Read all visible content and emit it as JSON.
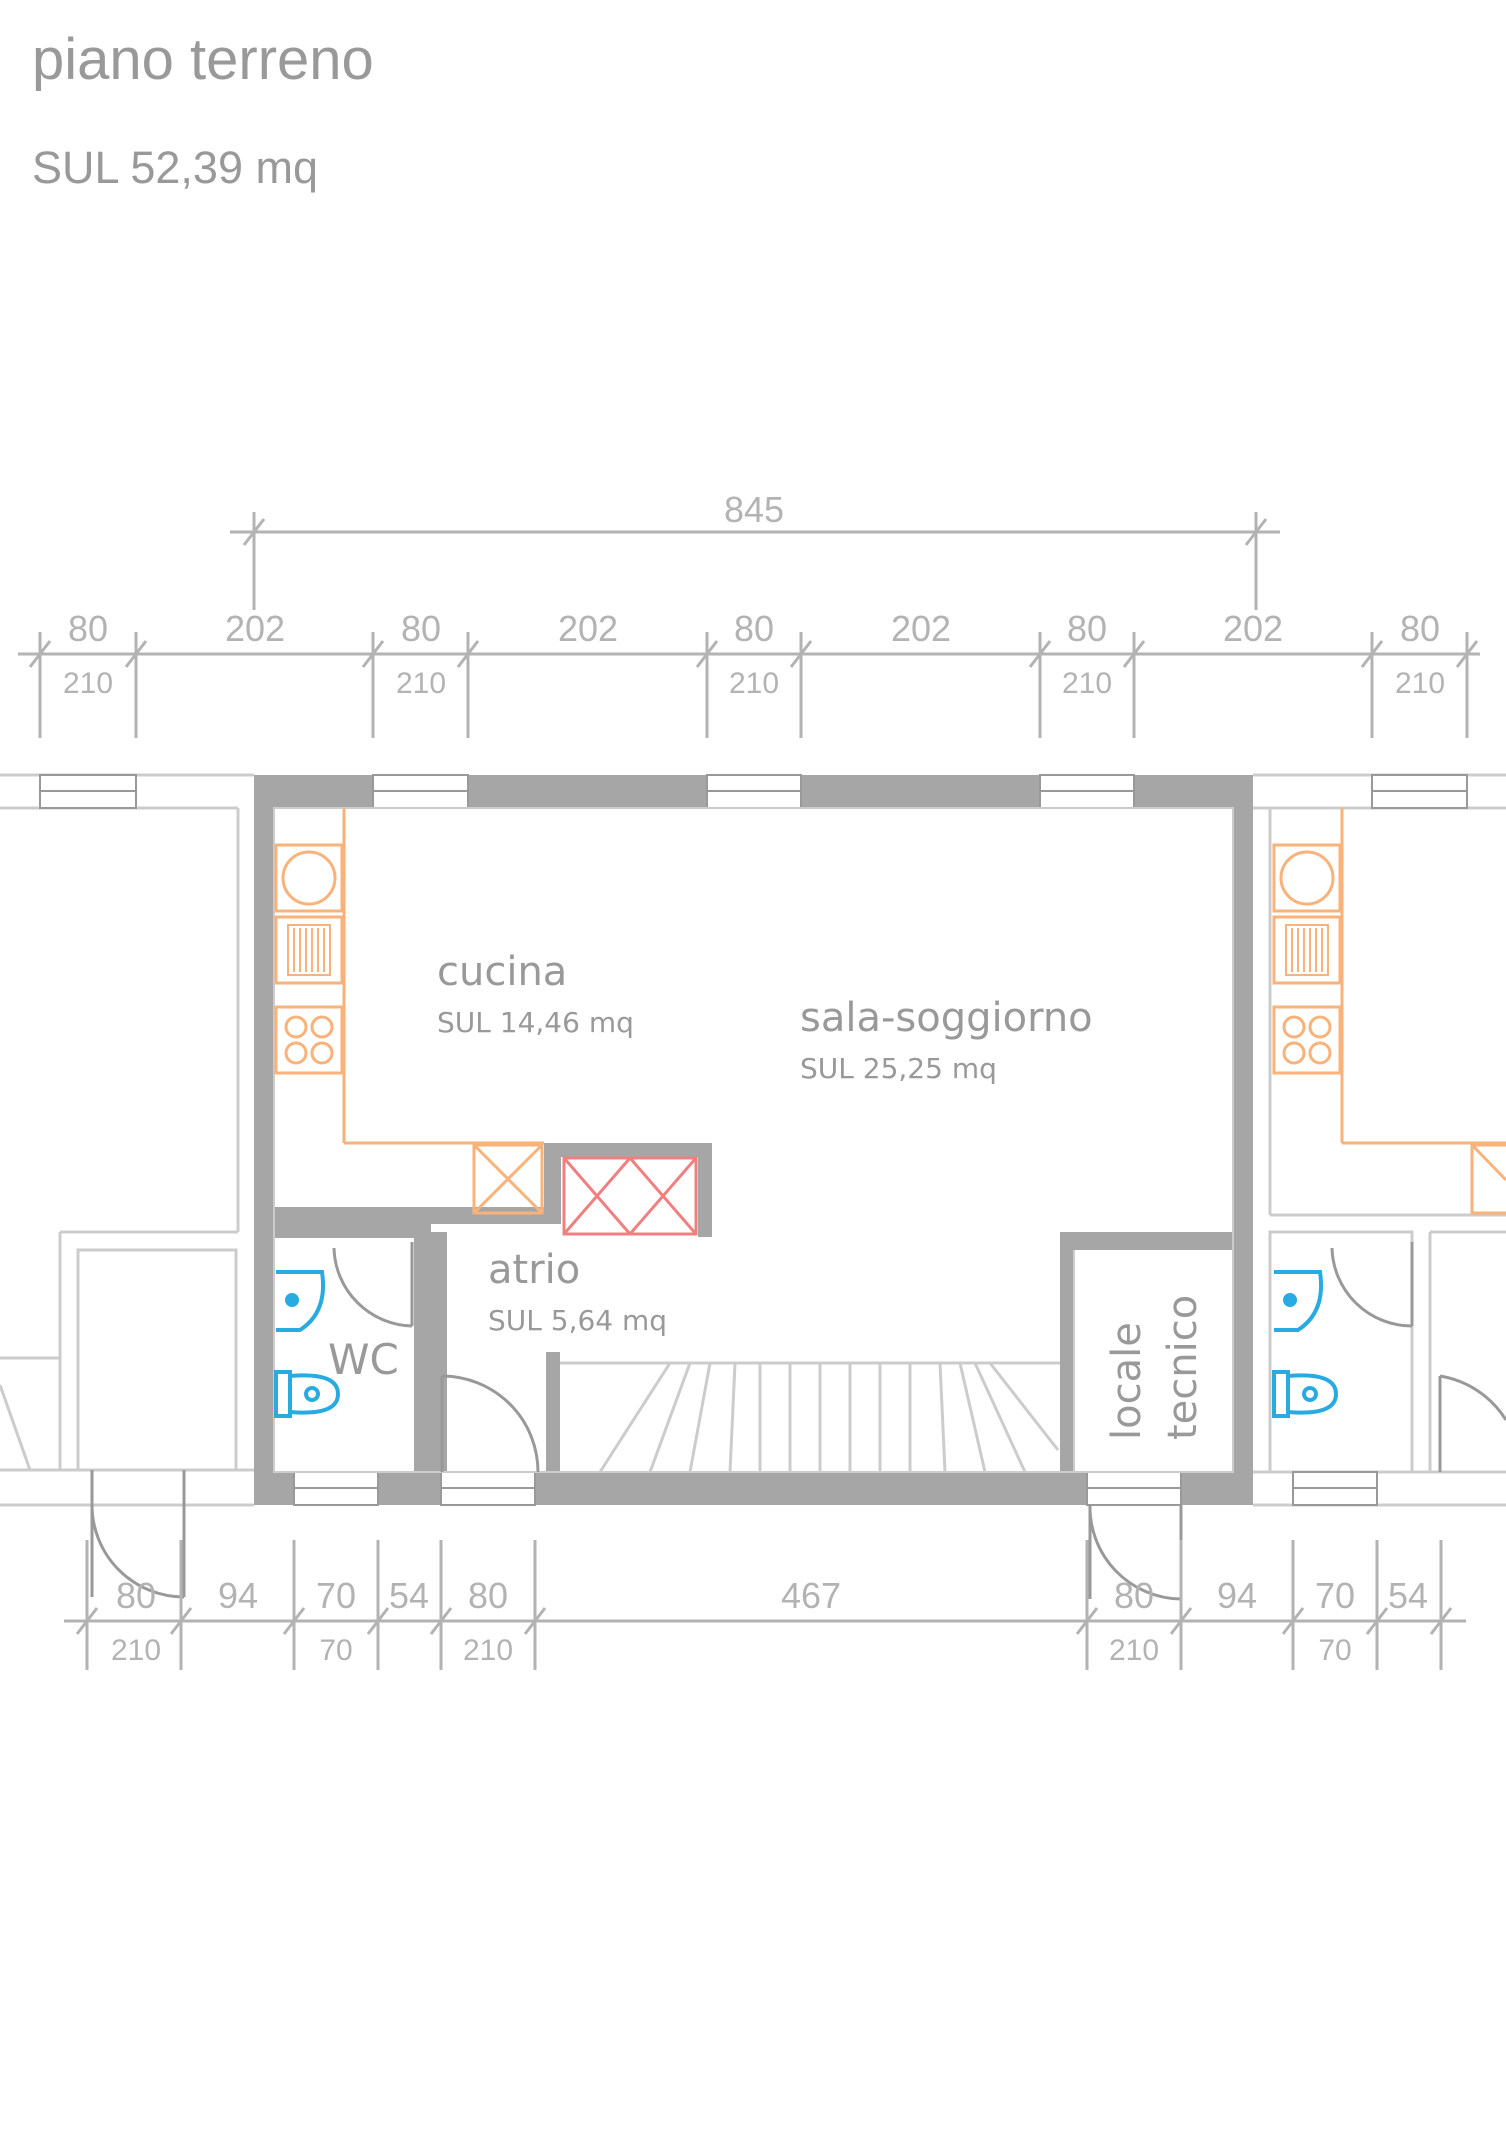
{
  "header": {
    "title": "piano terreno",
    "sul_total": "SUL 52,39 mq"
  },
  "overall_dimension": "845",
  "top_openings": [
    {
      "width": "80",
      "height": "210"
    },
    {
      "width": "80",
      "height": "210"
    },
    {
      "width": "80",
      "height": "210"
    },
    {
      "width": "80",
      "height": "210"
    },
    {
      "width": "80",
      "height": "210"
    }
  ],
  "top_spacings": [
    "202",
    "202",
    "202",
    "202"
  ],
  "bottom_dimensions": [
    {
      "width": "80",
      "height": "210"
    },
    {
      "width": "94"
    },
    {
      "width": "70",
      "height": "70"
    },
    {
      "width": "54"
    },
    {
      "width": "80",
      "height": "210"
    },
    {
      "width": "467"
    },
    {
      "width": "80",
      "height": "210"
    },
    {
      "width": "94"
    },
    {
      "width": "70",
      "height": "70"
    },
    {
      "width": "54"
    }
  ],
  "rooms": {
    "cucina": {
      "name": "cucina",
      "area": "SUL 14,46 mq"
    },
    "sala": {
      "name": "sala-soggiorno",
      "area": "SUL 25,25 mq"
    },
    "atrio": {
      "name": "atrio",
      "area": "SUL 5,64 mq"
    },
    "wc": {
      "name": "WC"
    },
    "locale_tecnico": {
      "line1": "locale",
      "line2": "tecnico"
    }
  },
  "colors": {
    "wall": "#a6a6a6",
    "dimension": "#b3b3b3",
    "label": "#999999",
    "kitchen": "#f9b27a",
    "sanitary": "#29abe2",
    "shaft": "#f08080"
  }
}
